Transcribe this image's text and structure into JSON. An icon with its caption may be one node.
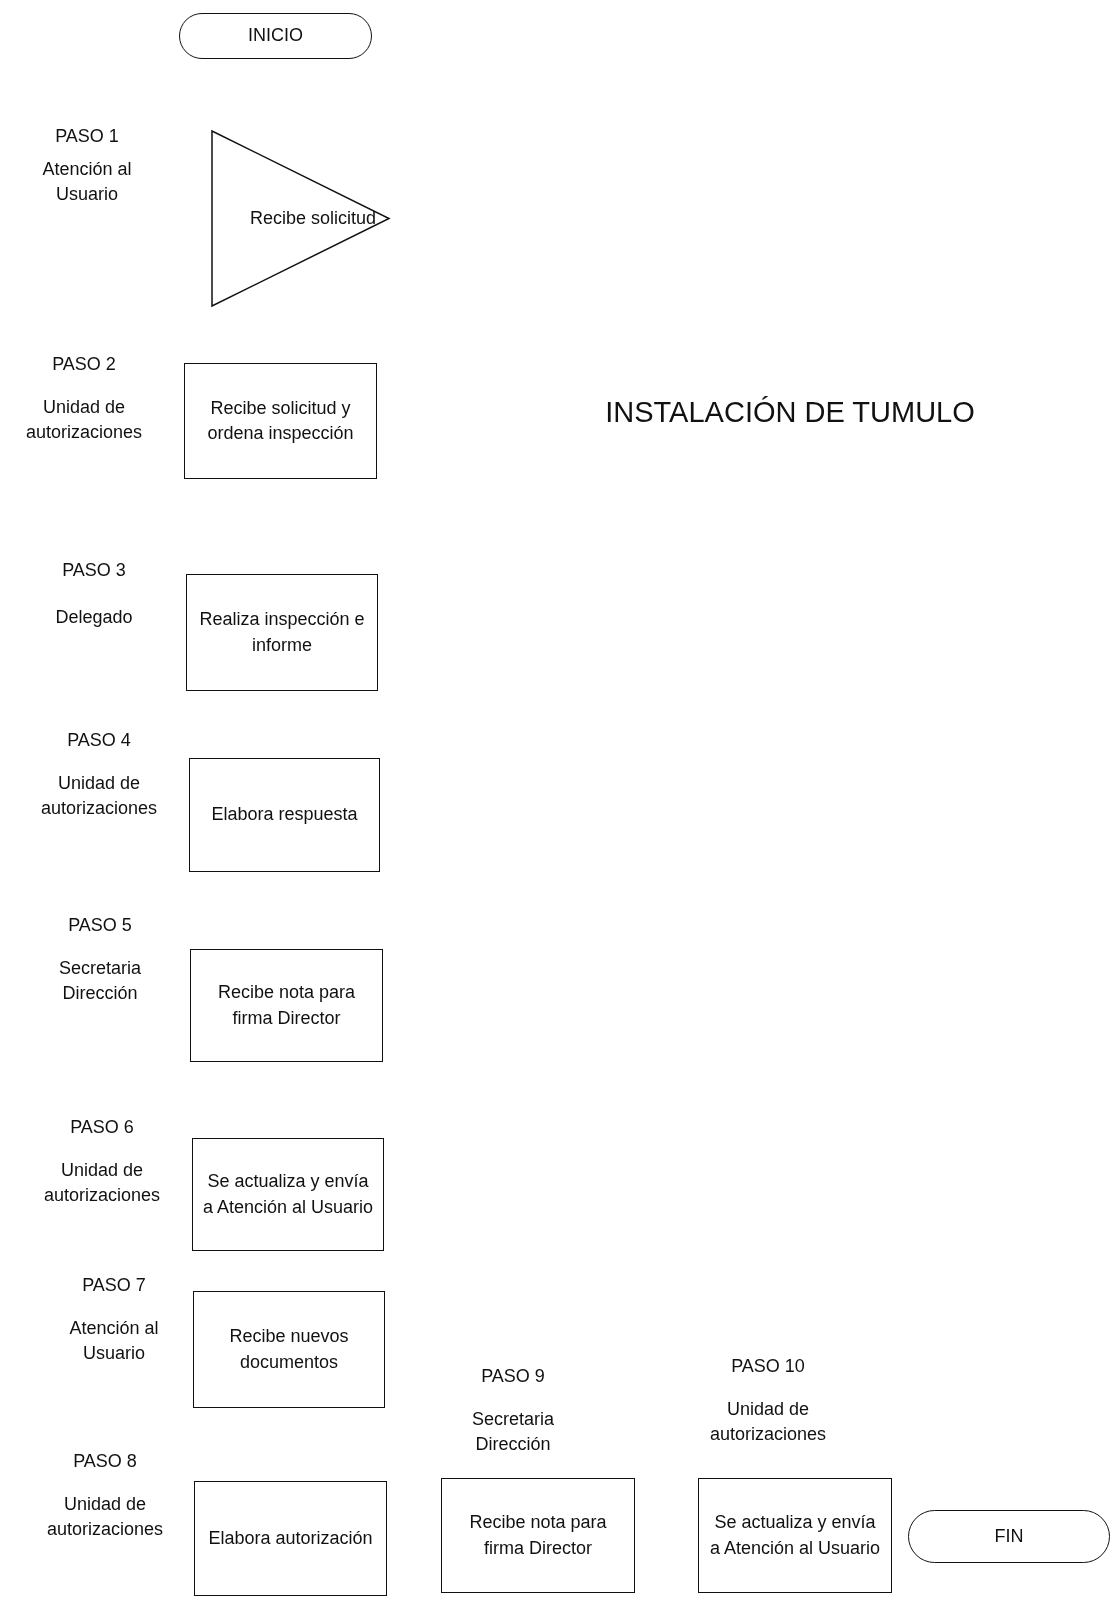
{
  "diagram": {
    "title": "INSTALACIÓN DE TUMULO",
    "nodes": [
      {
        "text": [
          "INICIO"
        ]
      },
      {
        "text": [
          "Recibe solicitud"
        ],
        "beside": [
          "PASO 1",
          "Atención al Usuario"
        ]
      },
      {
        "text": [
          "Recibe solicitud y ordena inspección"
        ],
        "beside": [
          "PASO 2",
          "Unidad de autorizaciones"
        ]
      },
      {
        "text": [
          "Realiza inspección e informe"
        ],
        "beside": [
          "PASO 3",
          "Delegado"
        ]
      },
      {
        "text": [
          "Elabora respuesta"
        ],
        "beside": [
          "PASO 4",
          "Unidad de autorizaciones"
        ]
      },
      {
        "text": [
          "Recibe nota para firma Director"
        ],
        "beside": [
          "PASO 5",
          "Secretaria Dirección"
        ]
      },
      {
        "text": [
          "Se actualiza y envía a Atención al Usuario"
        ],
        "beside": [
          "PASO 6",
          "Unidad de autorizaciones"
        ]
      },
      {
        "text": [
          "Recibe nuevos documentos"
        ],
        "beside": [
          "PASO 7",
          "Atención al Usuario"
        ]
      },
      {
        "text": [
          "Elabora autorización"
        ],
        "beside": [
          "PASO 8",
          "Unidad de autorizaciones"
        ]
      },
      {
        "text": [
          "Recibe nota para firma Director"
        ],
        "beside": [
          "PASO 9",
          "Secretaria Dirección"
        ]
      },
      {
        "text": [
          "Se actualiza y envía a Atención al Usuario"
        ],
        "beside": [
          "PASO 10",
          "Unidad de autorizaciones"
        ]
      },
      {
        "text": [
          "FIN"
        ]
      }
    ]
  }
}
